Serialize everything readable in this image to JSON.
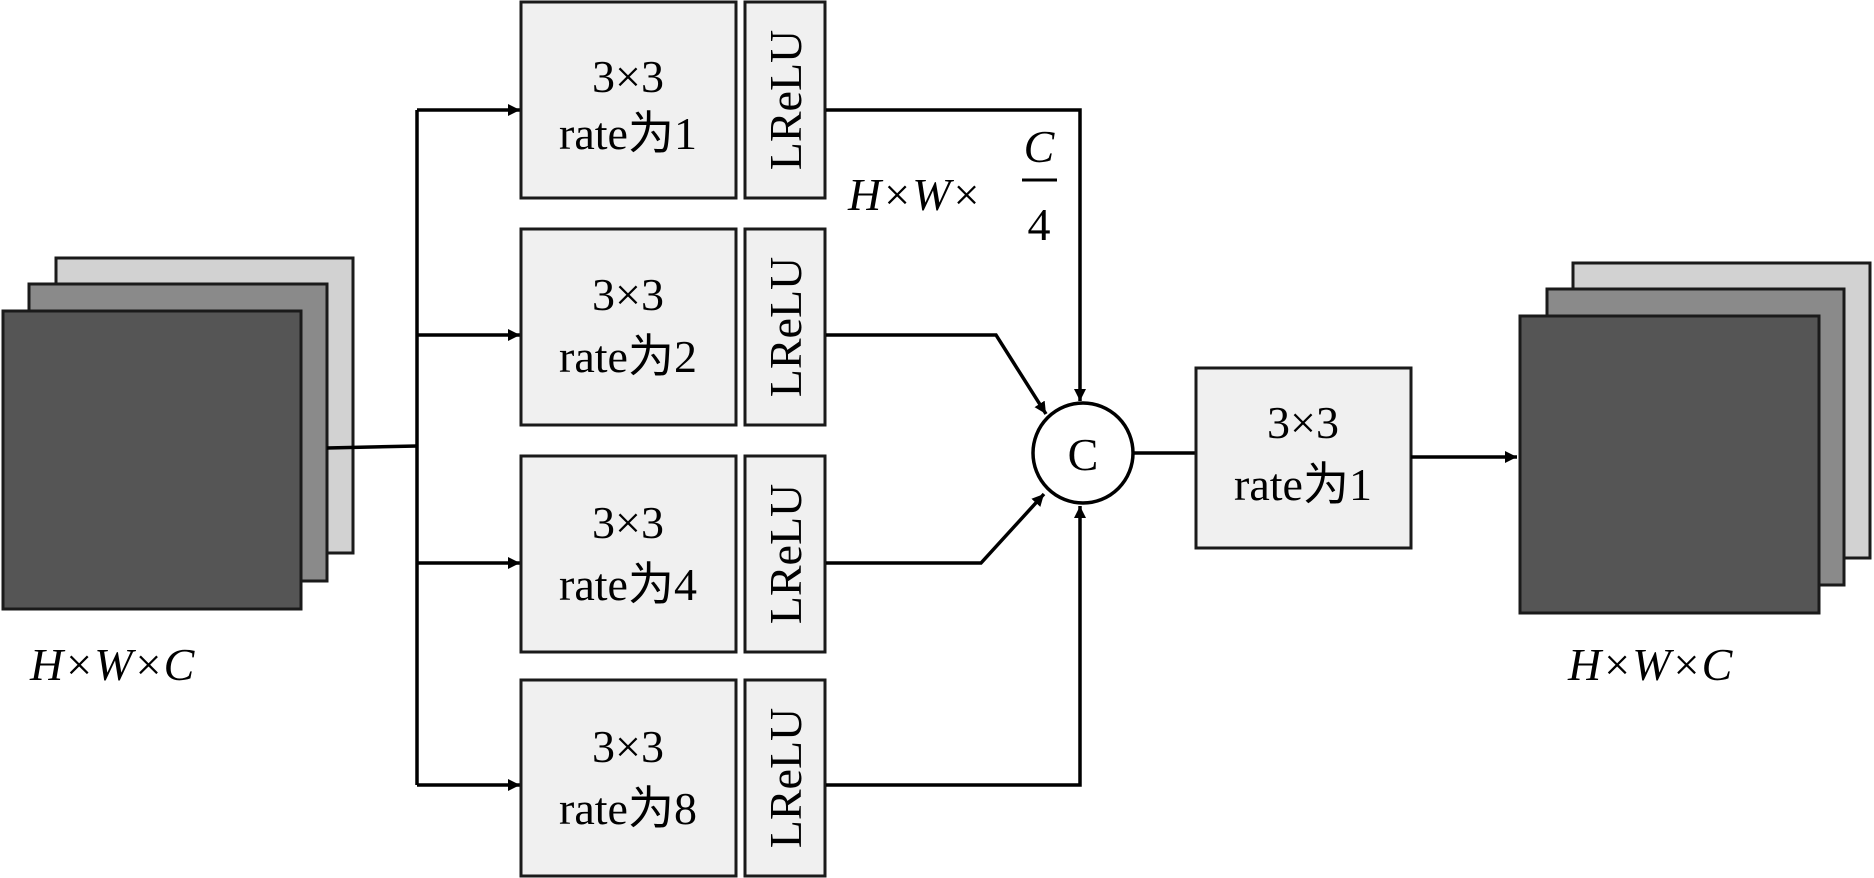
{
  "input_feature": {
    "label": "H×W×C",
    "colors": [
      "#d2d2d2",
      "#8a8a8a",
      "#555555"
    ]
  },
  "branches": [
    {
      "kernel": "3×3",
      "rate": "rate为1",
      "activation": "LReLU"
    },
    {
      "kernel": "3×3",
      "rate": "rate为2",
      "activation": "LReLU"
    },
    {
      "kernel": "3×3",
      "rate": "rate为4",
      "activation": "LReLU"
    },
    {
      "kernel": "3×3",
      "rate": "rate为8",
      "activation": "LReLU"
    }
  ],
  "branch_output_label": {
    "prefix": "H×W×",
    "numerator": "C",
    "denominator": "4"
  },
  "concat": {
    "label": "C"
  },
  "fusion_conv": {
    "kernel": "3×3",
    "rate": "rate为1"
  },
  "output_feature": {
    "label": "H×W×C",
    "colors": [
      "#d2d2d2",
      "#8a8a8a",
      "#555555"
    ]
  }
}
